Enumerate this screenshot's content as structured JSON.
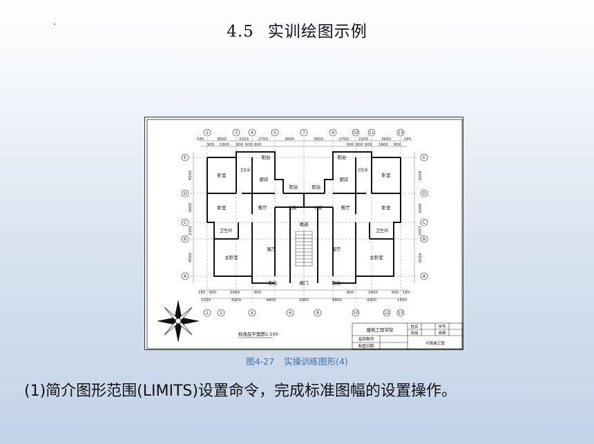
{
  "slide": {
    "section_number": "4.5",
    "section_title": "实训绘图示例",
    "figure_caption_number": "图4-27",
    "figure_caption_text": "实操训练图形(4)",
    "body_text": "(1)简介图形范围(LIMITS)设置命令，完成标准图幅的设置操作。"
  },
  "drawing": {
    "plan_title": "标准层平面图1:100",
    "axis_top": [
      "1",
      "3",
      "4",
      "5",
      "7",
      "9",
      "10",
      "11",
      "13"
    ],
    "axis_bottom": [
      "1",
      "2",
      "4",
      "6",
      "8",
      "10",
      "12",
      "13"
    ],
    "axis_left": [
      "E",
      "D",
      "C",
      "B",
      "A"
    ],
    "axis_right": [
      "E",
      "D",
      "C",
      "B",
      "A"
    ],
    "dims_top_row1": [
      "185",
      "3600",
      "2100",
      "2700",
      "3600",
      "3600",
      "2700",
      "2100",
      "3600",
      "185"
    ],
    "dims_top_row2": [
      "900",
      "1800",
      "900",
      "900",
      "600",
      "600",
      "900",
      "900",
      "1800",
      "900"
    ],
    "dims_bottom_row1": [
      "185",
      "900",
      "2400",
      "900",
      "900",
      "2400",
      "900",
      "185"
    ],
    "dims_bottom_row2": [
      "1500",
      "4200",
      "4800",
      "3000",
      "4800",
      "4200",
      "1500"
    ],
    "dims_left": [
      "4200",
      "3600",
      "2100",
      "4500"
    ],
    "dims_right": [
      "4200",
      "3600",
      "2100",
      "4500"
    ],
    "rooms": {
      "balcony": "阳台",
      "bathroom": "卫生间",
      "kitchen": "厨房",
      "bedroom": "卧室",
      "dining": "餐厅",
      "study": "书房",
      "stairs": "楼道",
      "living": "客厅",
      "master_bedroom": "主卧室",
      "entrance": "楼门"
    },
    "title_block": {
      "school": "建筑工程学院",
      "name_label": "姓名",
      "class_label": "班级",
      "student_id_label": "学号",
      "score_label": "成绩",
      "teacher_label": "指导教师",
      "date_label": "制图日期",
      "drawing_name": "平面施工图"
    }
  }
}
